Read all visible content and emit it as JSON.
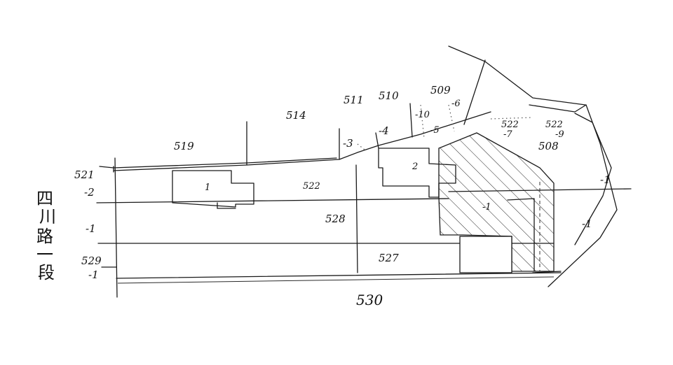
{
  "parcels": {
    "p521": "521",
    "p521_2": "-2",
    "p521_1": "-1",
    "p529": "529",
    "p529_1": "-1",
    "p519": "519",
    "p514": "514",
    "p511": "511",
    "p510": "510",
    "p509": "509",
    "p511_3": "-3",
    "p510_4": "-4",
    "p509_5": "-5",
    "p509_6": "-6",
    "p509_10": "-10",
    "p522_top": "522",
    "p522_7": "-7",
    "p522_b": "522",
    "p522_9": "-9",
    "p508": "508",
    "p522": "522",
    "p528": "528",
    "p527": "527",
    "p530": "530",
    "p_east1a": "-1",
    "p_east1b": "-1",
    "p_hatch1": "-1",
    "building1": "1",
    "building2": "2"
  },
  "road_name": [
    "四",
    "川",
    "路",
    "一",
    "段"
  ],
  "colors": {
    "ink": "#1a1a1a",
    "paper": "#ffffff"
  }
}
